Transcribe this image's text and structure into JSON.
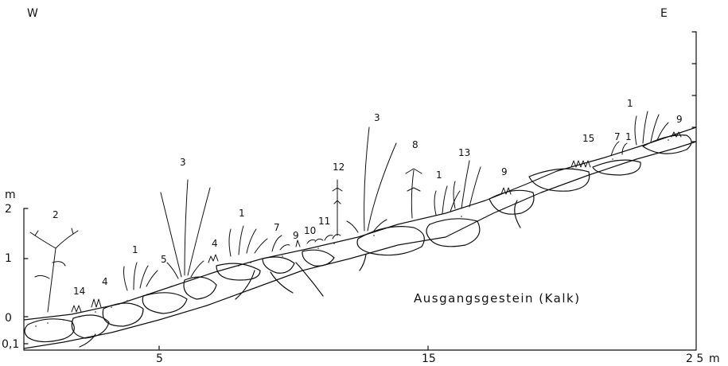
{
  "orientation": {
    "west": "W",
    "east": "E"
  },
  "axes": {
    "y_unit": "m",
    "y_ticks": [
      "2",
      "1",
      "0",
      "0,1"
    ],
    "x_ticks": [
      "5",
      "15"
    ],
    "x_end": "2 5",
    "x_unit": "m"
  },
  "bedrock_label": "Ausgangsgestein (Kalk)",
  "plant_numbers": [
    "2",
    "14",
    "4",
    "1",
    "5",
    "3",
    "4",
    "1",
    "7",
    "9",
    "10",
    "11",
    "12",
    "3",
    "8",
    "1",
    "13",
    "9",
    "15",
    "7",
    "1",
    "1",
    "9"
  ]
}
